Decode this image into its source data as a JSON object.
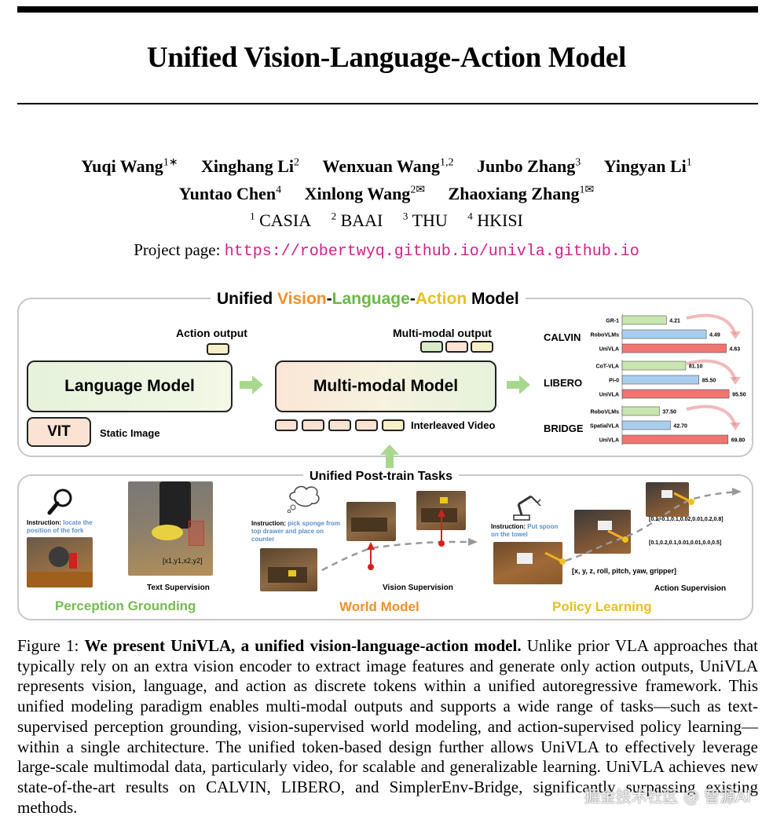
{
  "title": "Unified Vision-Language-Action Model",
  "authors_line1": [
    {
      "name": "Yuqi Wang",
      "sup": "1∗"
    },
    {
      "name": "Xinghang Li",
      "sup": "2"
    },
    {
      "name": "Wenxuan Wang",
      "sup": "1,2"
    },
    {
      "name": "Junbo Zhang",
      "sup": "3"
    },
    {
      "name": "Yingyan Li",
      "sup": "1"
    }
  ],
  "authors_line2": [
    {
      "name": "Yuntao Chen",
      "sup": "4"
    },
    {
      "name": "Xinlong Wang",
      "sup": "2✉"
    },
    {
      "name": "Zhaoxiang Zhang",
      "sup": "1✉"
    }
  ],
  "affiliations": [
    {
      "sup": "1",
      "name": "CASIA"
    },
    {
      "sup": "2",
      "name": "BAAI"
    },
    {
      "sup": "3",
      "name": "THU"
    },
    {
      "sup": "4",
      "name": "HKISI"
    }
  ],
  "project_label": "Project page:",
  "project_url": "https://robertwyq.github.io/univla.github.io",
  "figure": {
    "top_title": {
      "w1": "Unified ",
      "w2": "Vision",
      "d1": "-",
      "w3": "Language",
      "d2": "-",
      "w4": "Action",
      "w5": " Model"
    },
    "action_output": "Action output",
    "multimodal_output": "Multi-modal output",
    "language_model": "Language Model",
    "multimodal_model": "Multi-modal Model",
    "vit": "VIT",
    "static_image": "Static Image",
    "interleaved_video": "Interleaved Video",
    "post_train_title": "Unified Post-train Tasks",
    "perception": {
      "instruction_label": "Instruction:",
      "instruction_text": "locate the position of the fork",
      "bbox_text": "[x1,y1,x2,y2]",
      "supervision": "Text Supervision",
      "name": "Perception Grounding"
    },
    "world": {
      "instruction_label": "Instruction:",
      "instruction_text": "pick sponge from top drawer and place on counter",
      "supervision": "Vision Supervision",
      "name": "World Model"
    },
    "policy": {
      "instruction_label": "Instruction:",
      "instruction_text": "Put spoon on the towel",
      "vec1": "[0.1,-0.1,0.1,0.02,0.01,0.2,0.8]",
      "vec2": "[0.1,0.2,0.1,0.01,0.01,0.0,0.5]",
      "vec_labels": "[x, y, z, roll, pitch, yaw, gripper]",
      "supervision": "Action Supervision",
      "name": "Policy Learning"
    },
    "colors": {
      "vision": "#f0902a",
      "language": "#6cb84a",
      "action": "#e8c020",
      "bar_blue": "#a9cdee",
      "bar_green": "#c8e6b0",
      "bar_red": "#f07470"
    }
  },
  "chart_data": [
    {
      "type": "bar",
      "group": "CALVIN",
      "categories": [
        "GR-1",
        "RoboVLMs",
        "UniVLA"
      ],
      "values": [
        4.21,
        4.49,
        4.63
      ],
      "labels": [
        "4.21",
        "4.49",
        "4.63"
      ],
      "xlim": [
        3.9,
        4.66
      ]
    },
    {
      "type": "bar",
      "group": "LIBERO",
      "categories": [
        "CoT-VLA",
        "Pi-0",
        "UniVLA"
      ],
      "values": [
        81.1,
        85.5,
        95.5
      ],
      "labels": [
        "81.10",
        "85.50",
        "95.50"
      ],
      "xlim": [
        60,
        96
      ]
    },
    {
      "type": "bar",
      "group": "BRIDGE",
      "categories": [
        "RoboVLMs",
        "SpatialVLA",
        "UniVLA"
      ],
      "values": [
        37.5,
        42.7,
        69.8
      ],
      "labels": [
        "37.50",
        "42.70",
        "69.80"
      ],
      "xlim": [
        20,
        71
      ]
    }
  ],
  "caption": {
    "prefix": "Figure 1:",
    "bold": "We present UniVLA, a unified vision-language-action model.",
    "body": "Unlike prior VLA approaches that typically rely on an extra vision encoder to extract image features and generate only action outputs, UniVLA represents vision, language, and action as discrete tokens within a unified autoregressive framework. This unified modeling paradigm enables multi-modal outputs and supports a wide range of tasks—such as text-supervised perception grounding, vision-supervised world modeling, and action-supervised policy learning—within a single architecture. The unified token-based design further allows UniVLA to effectively leverage large-scale multimodal data, particularly video, for scalable and generalizable learning. UniVLA achieves new state-of-the-art results on CALVIN, LIBERO, and SimplerEnv-Bridge, significantly surpassing existing methods."
  },
  "watermark": "掘金技术社区 @ 智源AI"
}
